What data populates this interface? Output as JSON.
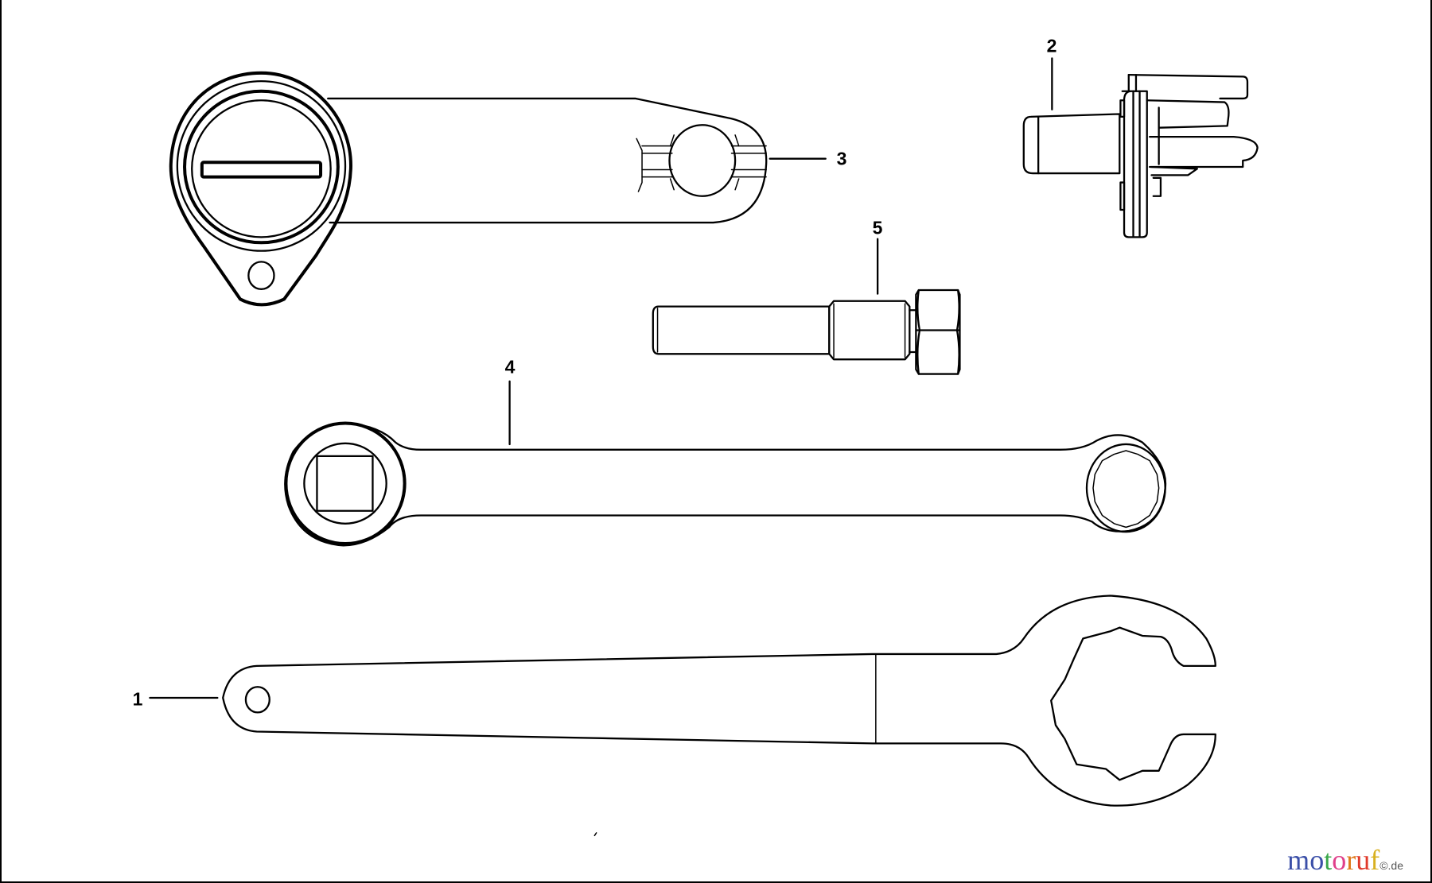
{
  "diagram": {
    "type": "exploded parts diagram",
    "parts": [
      {
        "id": "1",
        "label": "1",
        "description": "pin spanner wrench"
      },
      {
        "id": "2",
        "label": "2",
        "description": "chuck key / adapter"
      },
      {
        "id": "3",
        "label": "3",
        "description": "eccentric lever arm"
      },
      {
        "id": "4",
        "label": "4",
        "description": "ring wrench"
      },
      {
        "id": "5",
        "label": "5",
        "description": "hex bolt"
      }
    ]
  },
  "watermark": {
    "letters": [
      {
        "ch": "m",
        "color": "#3b4fa8"
      },
      {
        "ch": "o",
        "color": "#3b4fa8"
      },
      {
        "ch": "t",
        "color": "#3aa84a"
      },
      {
        "ch": "o",
        "color": "#e0408a"
      },
      {
        "ch": "r",
        "color": "#e07a1a"
      },
      {
        "ch": "u",
        "color": "#e03a2a"
      },
      {
        "ch": "f",
        "color": "#d8b020"
      }
    ],
    "suffix": ".de",
    "copyright": "©"
  }
}
